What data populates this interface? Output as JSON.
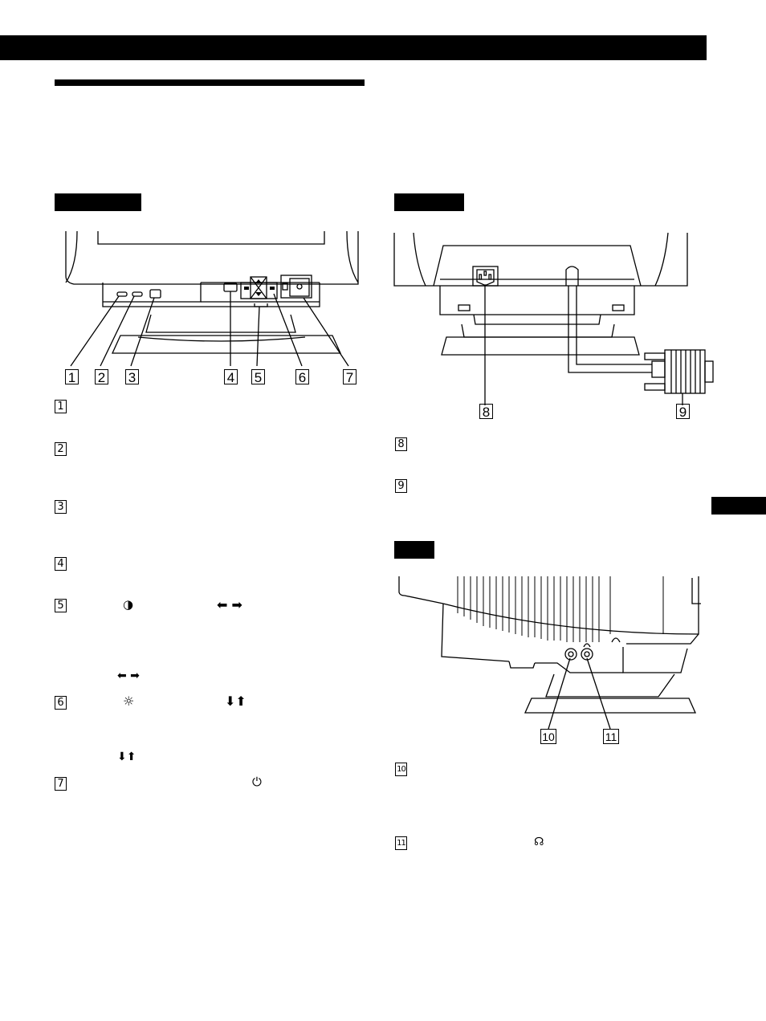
{
  "legend_front": [
    "1",
    "2",
    "3",
    "4",
    "5",
    "6",
    "7"
  ],
  "legend_rear": [
    "8",
    "9"
  ],
  "legend_side": [
    "10",
    "11"
  ],
  "item_markers": [
    "1",
    "2",
    "3",
    "4",
    "5",
    "6",
    "7",
    "8",
    "9",
    "10",
    "11"
  ],
  "icons": {
    "contrast": "◑",
    "left_right_arrows": "⬅ ➡",
    "brightness": "☼",
    "down_up_arrows": "⬇⬆",
    "power": "⏻",
    "headphone": "☊"
  },
  "colors": {
    "ink": "#000000",
    "paper": "#ffffff"
  }
}
